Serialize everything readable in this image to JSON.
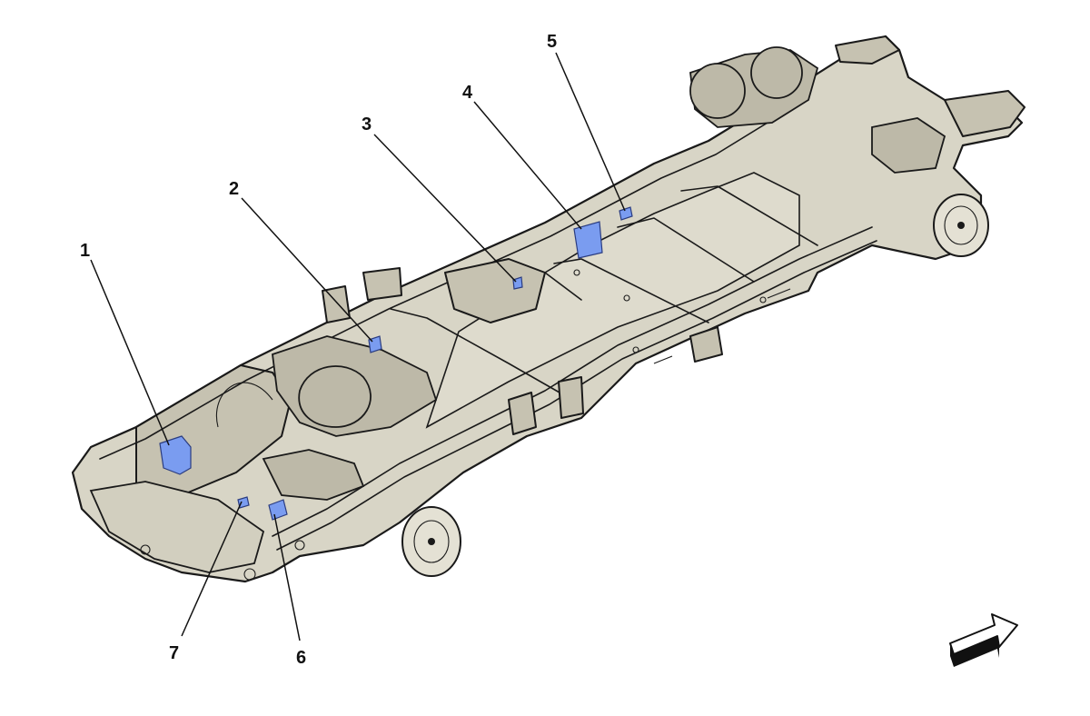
{
  "diagram": {
    "callouts": [
      {
        "id": "1",
        "label": "1"
      },
      {
        "id": "2",
        "label": "2"
      },
      {
        "id": "3",
        "label": "3"
      },
      {
        "id": "4",
        "label": "4"
      },
      {
        "id": "5",
        "label": "5"
      },
      {
        "id": "6",
        "label": "6"
      },
      {
        "id": "7",
        "label": "7"
      }
    ],
    "colors": {
      "frame": "#d8d5c6",
      "highlight_part": "#7a9cf0",
      "line": "#1a1a1a"
    },
    "icons": {
      "orientation_arrow": "direction-arrow-icon"
    }
  }
}
